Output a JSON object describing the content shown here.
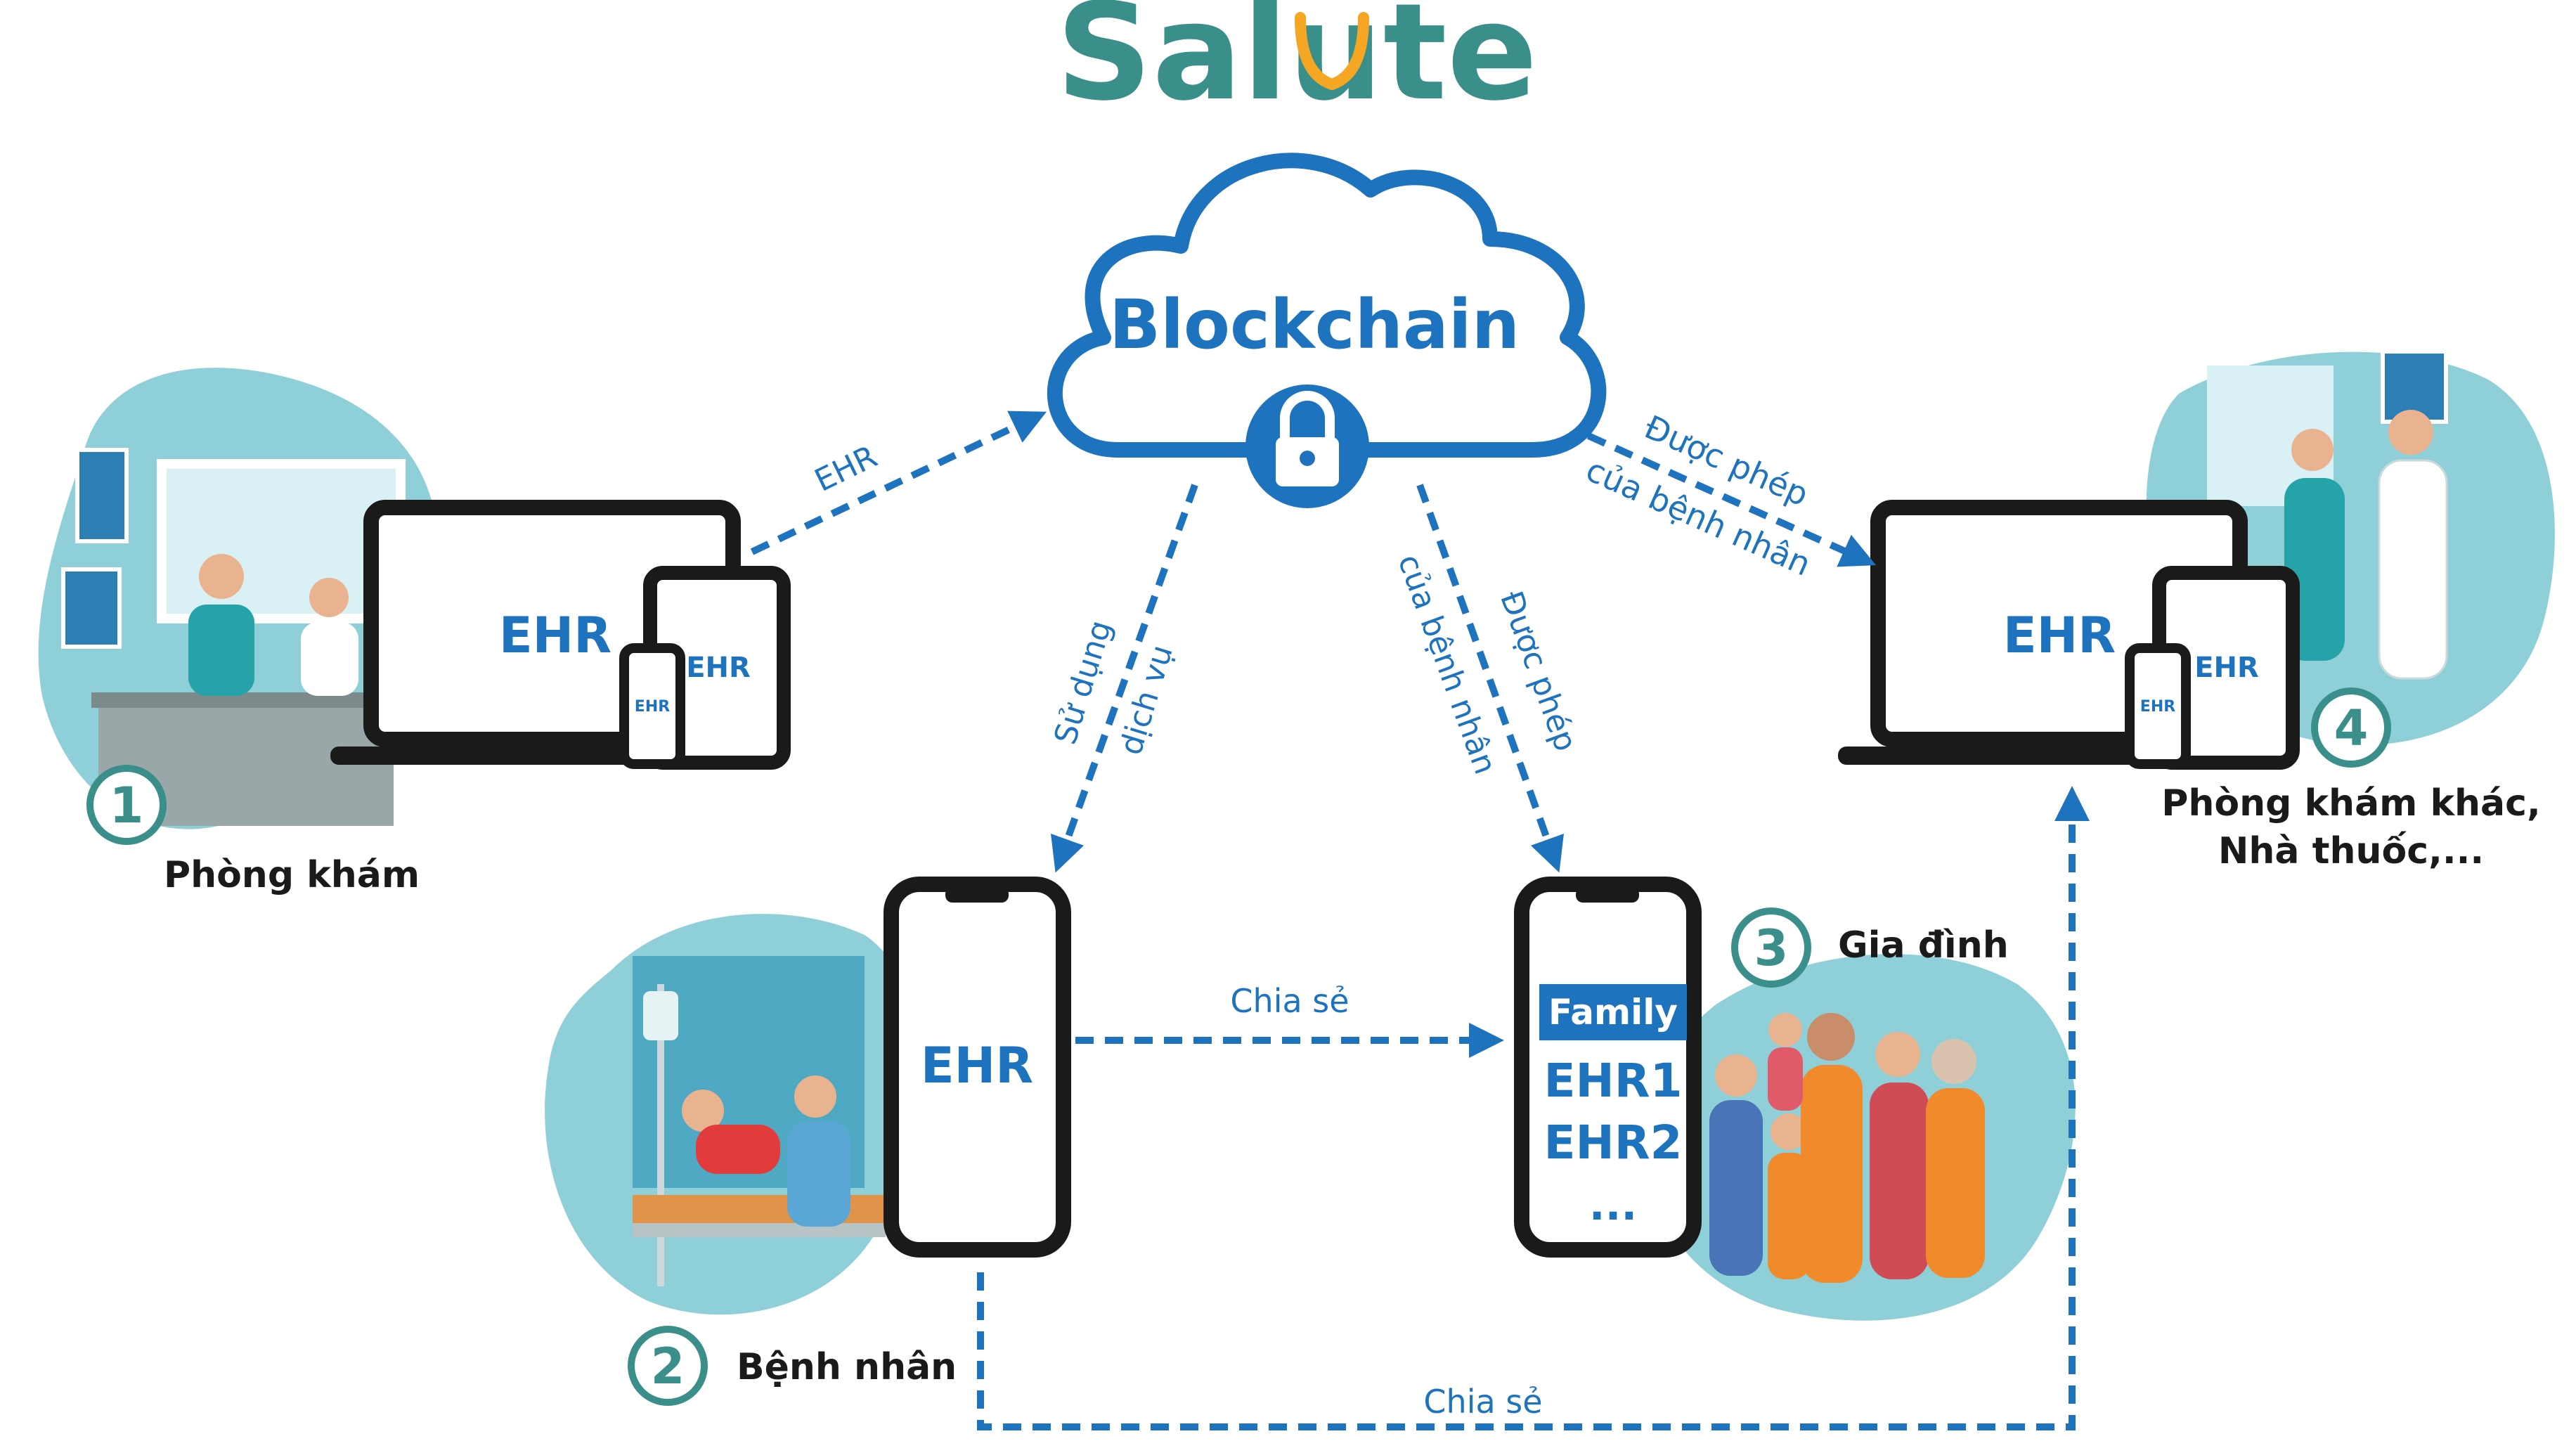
{
  "brand": {
    "logo_text": "Salute",
    "color_main": "#3a8f8a",
    "color_accent": "#f5a623"
  },
  "colors": {
    "blue": "#1e73be",
    "teal": "#3a8f8a",
    "blob": "#8fcfd8",
    "dark": "#1a1a1a"
  },
  "cloud": {
    "label": "Blockchain",
    "icon": "lock-icon"
  },
  "nodes": {
    "clinic": {
      "number": "1",
      "label": "Phòng khám",
      "screen_main": "EHR",
      "screen_tablet": "EHR",
      "screen_phone": "EHR"
    },
    "patient": {
      "number": "2",
      "label": "Bệnh nhân",
      "phone_text": "EHR"
    },
    "family": {
      "number": "3",
      "label": "Gia đình",
      "header": "Family",
      "items": [
        "EHR1",
        "EHR2",
        "..."
      ]
    },
    "other": {
      "number": "4",
      "label_line1": "Phòng khám khác,",
      "label_line2": "Nhà thuốc,...",
      "screen_main": "EHR",
      "screen_tablet": "EHR",
      "screen_phone": "EHR"
    }
  },
  "arrows": {
    "clinic_to_cloud": "EHR",
    "cloud_to_patient_l1": "Sử dụng",
    "cloud_to_patient_l2": "dịch vụ",
    "cloud_to_family_l1": "Được phép",
    "cloud_to_family_l2": "của bệnh nhân",
    "cloud_to_other_l1": "Được phép",
    "cloud_to_other_l2": "của bệnh nhân",
    "patient_to_family": "Chia sẻ",
    "patient_to_other": "Chia sẻ"
  }
}
